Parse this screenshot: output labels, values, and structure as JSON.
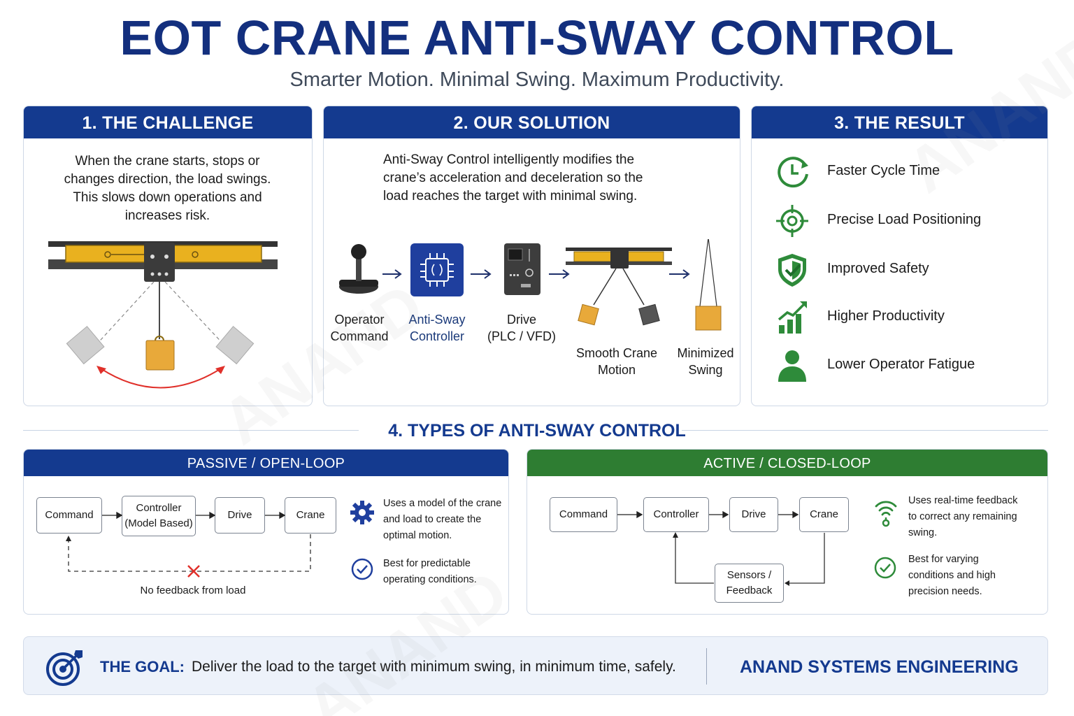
{
  "header": {
    "title": "EOT CRANE ANTI-SWAY CONTROL",
    "subtitle": "Smarter Motion. Minimal Swing. Maximum Productivity."
  },
  "challenge": {
    "heading": "1. THE CHALLENGE",
    "text_lines": [
      "When the crane starts, stops or",
      "changes direction, the load swings.",
      "This slows down operations and",
      "increases risk."
    ]
  },
  "solution": {
    "heading": "2. OUR SOLUTION",
    "text_lines": [
      "Anti-Sway Control intelligently modifies the",
      "crane’s acceleration and deceleration so the",
      "load reaches the target with minimal swing."
    ],
    "flow": [
      {
        "line1": "Operator",
        "line2": "Command"
      },
      {
        "line1": "Anti-Sway",
        "line2": "Controller"
      },
      {
        "line1": "Drive",
        "line2": "(PLC / VFD)"
      },
      {
        "line1": "Smooth Crane",
        "line2": "Motion"
      },
      {
        "line1": "Minimized",
        "line2": "Swing"
      }
    ]
  },
  "result": {
    "heading": "3. THE RESULT",
    "items": [
      {
        "label": "Faster Cycle Time",
        "icon": "clock-icon"
      },
      {
        "label": "Precise Load Positioning",
        "icon": "target-icon"
      },
      {
        "label": "Improved Safety",
        "icon": "shield-check-icon"
      },
      {
        "label": "Higher Productivity",
        "icon": "growth-chart-icon"
      },
      {
        "label": "Lower Operator Fatigue",
        "icon": "person-icon"
      }
    ]
  },
  "types": {
    "heading": "4. TYPES OF ANTI-SWAY CONTROL",
    "passive": {
      "heading": "PASSIVE / OPEN-LOOP",
      "boxes": {
        "command": "Command",
        "controller_l1": "Controller",
        "controller_l2": "(Model Based)",
        "drive": "Drive",
        "crane": "Crane"
      },
      "no_feedback": "No feedback from load",
      "desc1_lines": [
        "Uses a model of the crane",
        "and load to create the",
        "optimal motion."
      ],
      "desc2_lines": [
        "Best for predictable",
        "operating conditions."
      ]
    },
    "active": {
      "heading": "ACTIVE / CLOSED-LOOP",
      "boxes": {
        "command": "Command",
        "controller": "Controller",
        "drive": "Drive",
        "crane": "Crane",
        "sensors_l1": "Sensors /",
        "sensors_l2": "Feedback"
      },
      "desc1_lines": [
        "Uses real-time feedback",
        "to correct any remaining",
        "swing."
      ],
      "desc2_lines": [
        "Best for varying",
        "conditions and high",
        "precision needs."
      ]
    }
  },
  "goal": {
    "label": "THE GOAL:",
    "text": "Deliver the load to the target with minimum swing, in minimum time, safely.",
    "company": "ANAND SYSTEMS ENGINEERING"
  },
  "watermark": "ANAND",
  "colors": {
    "navy": "#143a8f",
    "green": "#2e7d32",
    "load_orange": "#e8a93a",
    "swing_red": "#e0302a"
  }
}
